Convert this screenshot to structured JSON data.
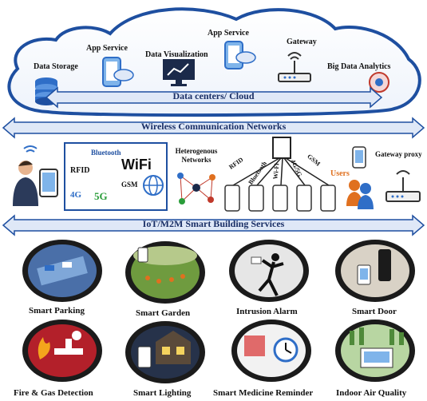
{
  "cloud": {
    "services": [
      {
        "label": "Data Storage",
        "icon": "database-icon"
      },
      {
        "label": "App Service",
        "icon": "phone-cloud-icon"
      },
      {
        "label": "Data Visualization",
        "icon": "monitor-chart-icon"
      },
      {
        "label": "App Service",
        "icon": "phone-cloud-icon"
      },
      {
        "label": "Gateway",
        "icon": "router-icon"
      },
      {
        "label": "Big Data Analytics",
        "icon": "analytics-gear-icon"
      }
    ],
    "banner": "Data centers/ Cloud"
  },
  "wireless_banner": "Wireless Communication Networks",
  "network": {
    "tech_logos": [
      "RFID",
      "Bluetooth",
      "WiFi",
      "4G",
      "5G",
      "GSM"
    ],
    "heterogeneous_label": "Heterogenous Networks",
    "links": [
      "RFID",
      "Bluetooth",
      "Wi-Fi",
      "4G/5G",
      "GSM"
    ],
    "users_label": "Users",
    "gateway_proxy_label": "Gateway proxy"
  },
  "services_banner": "IoT/M2M Smart Building Services",
  "services": [
    {
      "label": "Smart Parking",
      "icon": "parking-lot-icon"
    },
    {
      "label": "Smart Garden",
      "icon": "garden-icon"
    },
    {
      "label": "Intrusion Alarm",
      "icon": "intruder-alarm-icon"
    },
    {
      "label": "Smart Door",
      "icon": "smart-lock-icon"
    },
    {
      "label": "Fire & Gas Detection",
      "icon": "fire-gas-icon"
    },
    {
      "label": "Smart Lighting",
      "icon": "smart-house-light-icon"
    },
    {
      "label": "Smart Medicine Reminder",
      "icon": "medicine-clock-icon"
    },
    {
      "label": "Indoor Air Quality",
      "icon": "air-quality-icon"
    }
  ],
  "colors": {
    "cloud_outline": "#1e4fa0",
    "banner_fill": "#dfe8f7",
    "banner_text": "#1a2f66",
    "users_text": "#e0701f"
  }
}
